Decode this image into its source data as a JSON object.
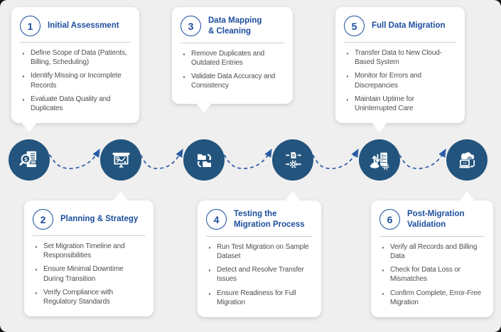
{
  "diagram": {
    "type": "process-flow",
    "step_count": 6
  },
  "colors": {
    "canvas_bg": "#efefef",
    "card_bg": "#ffffff",
    "accent_blue": "#1d4f9e",
    "node_blue": "#22547e",
    "connector_blue": "#2b5ba6",
    "text_gray": "#4f4f4f",
    "divider": "#c9d0da"
  },
  "icon_text": {
    "dollar": "$",
    "ipo_badge": "IPO"
  },
  "steps": [
    {
      "number": "1",
      "title": "Initial Assessment",
      "icon": "audit-document-magnifier-icon",
      "bullets": [
        "Define Scope of Data (Patients, Billing, Scheduling)",
        "Identify Missing or Incomplete Records",
        "Evaluate Data Quality and Duplicates"
      ]
    },
    {
      "number": "2",
      "title": "Planning & Strategy",
      "icon": "presentation-chart-icon",
      "bullets": [
        "Set Migration Timeline and Responsibilities",
        "Ensure Minimal Downtime During Transition",
        "Verify Compliance with Regulatory Standards"
      ]
    },
    {
      "number": "3",
      "title": "Data Mapping & Cleaning",
      "icon": "folder-sync-icon",
      "bullets": [
        "Remove Duplicates and Outdated Entries",
        "Validate Data Accuracy and Consistency"
      ]
    },
    {
      "number": "4",
      "title": "Testing the Migration Process",
      "icon": "document-gear-process-icon",
      "bullets": [
        "Run Test Migration on Sample Dataset",
        "Detect and Resolve Transfer Issues",
        "Ensure Readiness for Full Migration"
      ]
    },
    {
      "number": "5",
      "title": "Full Data Migration",
      "icon": "server-cloud-migration-icon",
      "bullets": [
        "Transfer Data to New Cloud-Based System",
        "Monitor for Errors and Discrepancies",
        "Maintain Uptime for Uninterrupted Care"
      ]
    },
    {
      "number": "6",
      "title": "Post-Migration Validation",
      "icon": "cloud-device-sync-icon",
      "bullets": [
        "Verify all Records and Billing Data",
        "Check for Data Loss or Mismatches",
        "Confirm Complete, Error-Free Migration"
      ]
    }
  ]
}
